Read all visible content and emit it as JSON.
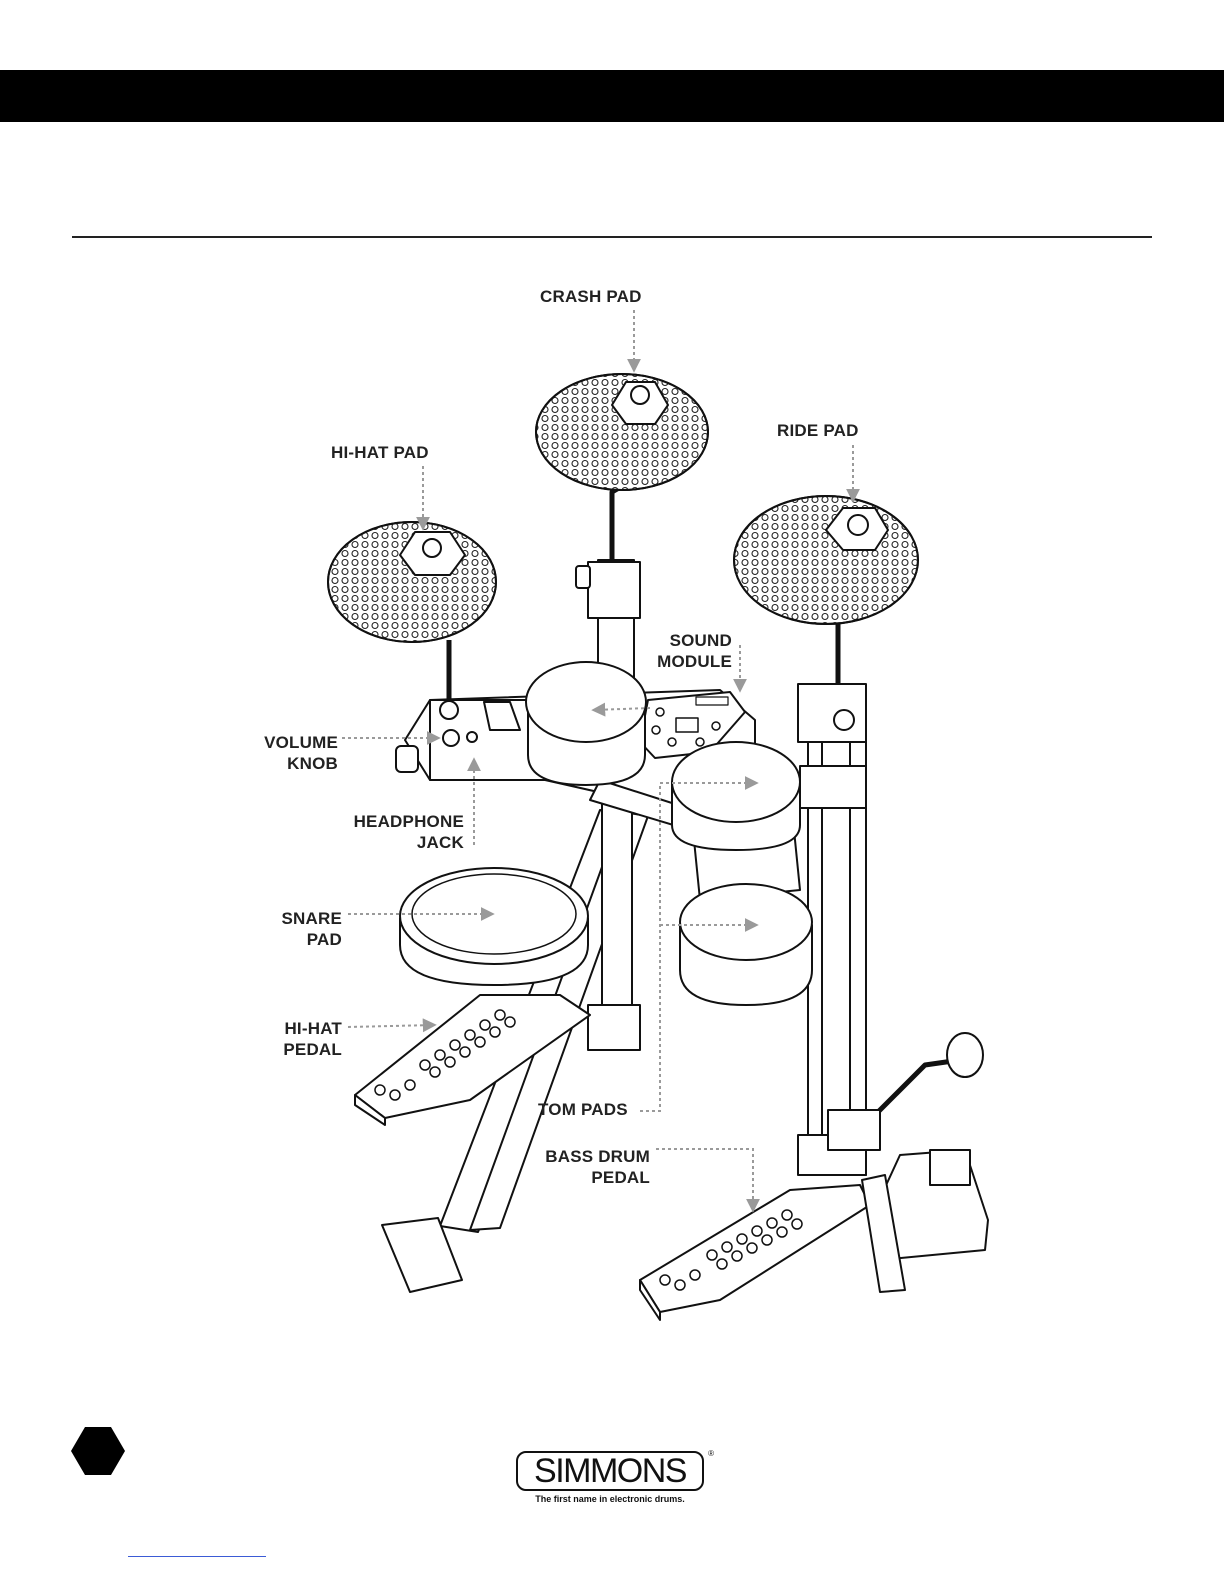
{
  "labels": {
    "crash_pad": "CRASH PAD",
    "ride_pad": "RIDE PAD",
    "hihat_pad": "HI-HAT PAD",
    "sound_module": [
      "SOUND",
      "MODULE"
    ],
    "volume_knob": [
      "VOLUME",
      "KNOB"
    ],
    "headphone_jack": [
      "HEADPHONE",
      "JACK"
    ],
    "snare_pad": [
      "SNARE",
      "PAD"
    ],
    "hihat_pedal": [
      "HI-HAT",
      "PEDAL"
    ],
    "tom_pads": "TOM PADS",
    "bass_drum_pedal": [
      "BASS DRUM",
      "PEDAL"
    ]
  },
  "logo": {
    "wordmark": "SIMMONS",
    "registered": "®",
    "tagline": "The first name in electronic drums."
  },
  "colors": {
    "bar": "#000000",
    "ink": "#222222",
    "leader": "#9a9a9a",
    "link": "#3b5bd6"
  }
}
